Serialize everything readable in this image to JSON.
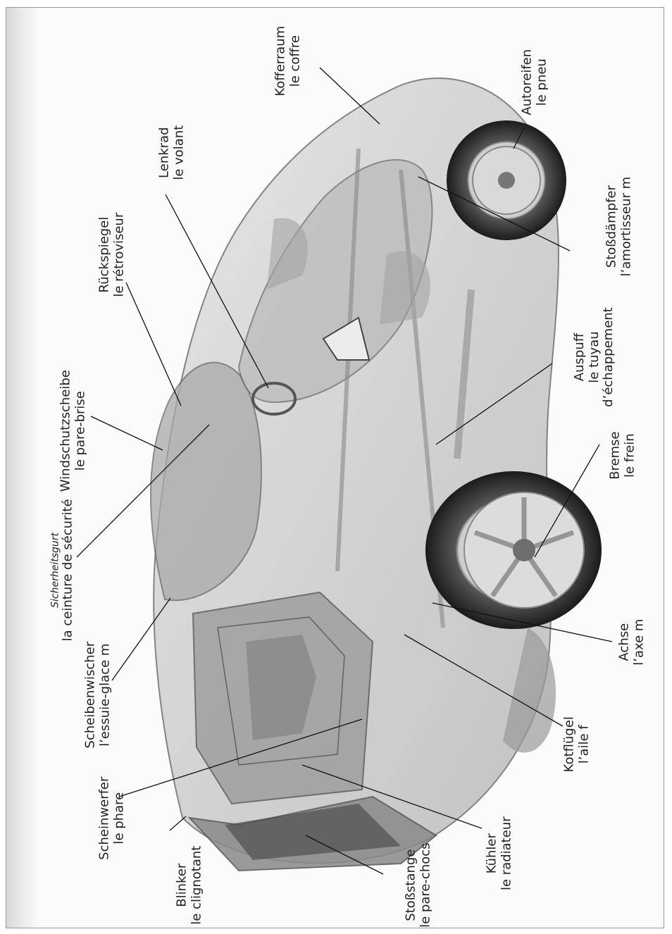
{
  "labels": [
    {
      "id": "blinker",
      "de": "Blinker",
      "fr": "le clignotant"
    },
    {
      "id": "scheinwerfer",
      "de": "Scheinwerfer",
      "fr": "le phare"
    },
    {
      "id": "scheibenwischer",
      "de": "Scheibenwischer",
      "fr": "l’essuie-glace m"
    },
    {
      "id": "sicherheitsgurt",
      "de": "Sicherheitsgurt",
      "fr": "la ceinture de sécurité"
    },
    {
      "id": "windschutzscheibe",
      "de": "Windschutzscheibe",
      "fr": "le pare-brise"
    },
    {
      "id": "rueckspiegel",
      "de": "Rückspiegel",
      "fr": "le rétroviseur"
    },
    {
      "id": "lenkrad",
      "de": "Lenkrad",
      "fr": "le volant"
    },
    {
      "id": "kofferraum",
      "de": "Kofferraum",
      "fr": "le coffre"
    },
    {
      "id": "autoreifen",
      "de": "Autoreifen",
      "fr": "le pneu"
    },
    {
      "id": "stossdaempfer",
      "de": "Stoßdämpfer",
      "fr": "l’amortisseur m"
    },
    {
      "id": "auspuff",
      "de": "Auspuff",
      "fr": "le tuyau d’échappement"
    },
    {
      "id": "bremse",
      "de": "Bremse",
      "fr": "le frein"
    },
    {
      "id": "achse",
      "de": "Achse",
      "fr": "l’axe m"
    },
    {
      "id": "kotfluegel",
      "de": "Kotflügel",
      "fr": "l’aile f"
    },
    {
      "id": "kuehler",
      "de": "Kühler",
      "fr": "le radiateur"
    },
    {
      "id": "stossstange",
      "de": "Stoßstange",
      "fr": "le pare-chocs"
    }
  ],
  "auspuff_lines": [
    "Auspuff",
    "le tuyau",
    "d’échappement"
  ]
}
